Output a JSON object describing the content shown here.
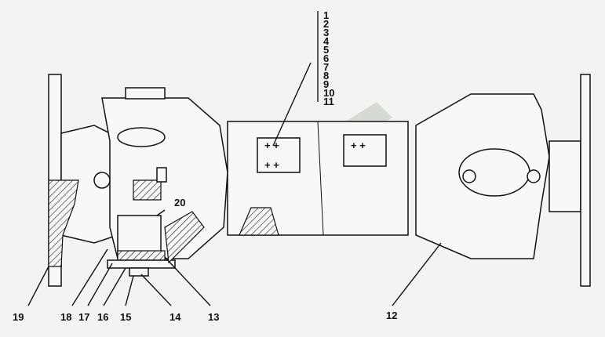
{
  "diagram": {
    "stack_labels": [
      "1",
      "2",
      "3",
      "4",
      "5",
      "6",
      "7",
      "8",
      "9",
      "10",
      "11"
    ],
    "callouts": {
      "n12": "12",
      "n13": "13",
      "n14": "14",
      "n15": "15",
      "n16": "16",
      "n17": "17",
      "n18": "18",
      "n19": "19",
      "n20": "20"
    }
  }
}
